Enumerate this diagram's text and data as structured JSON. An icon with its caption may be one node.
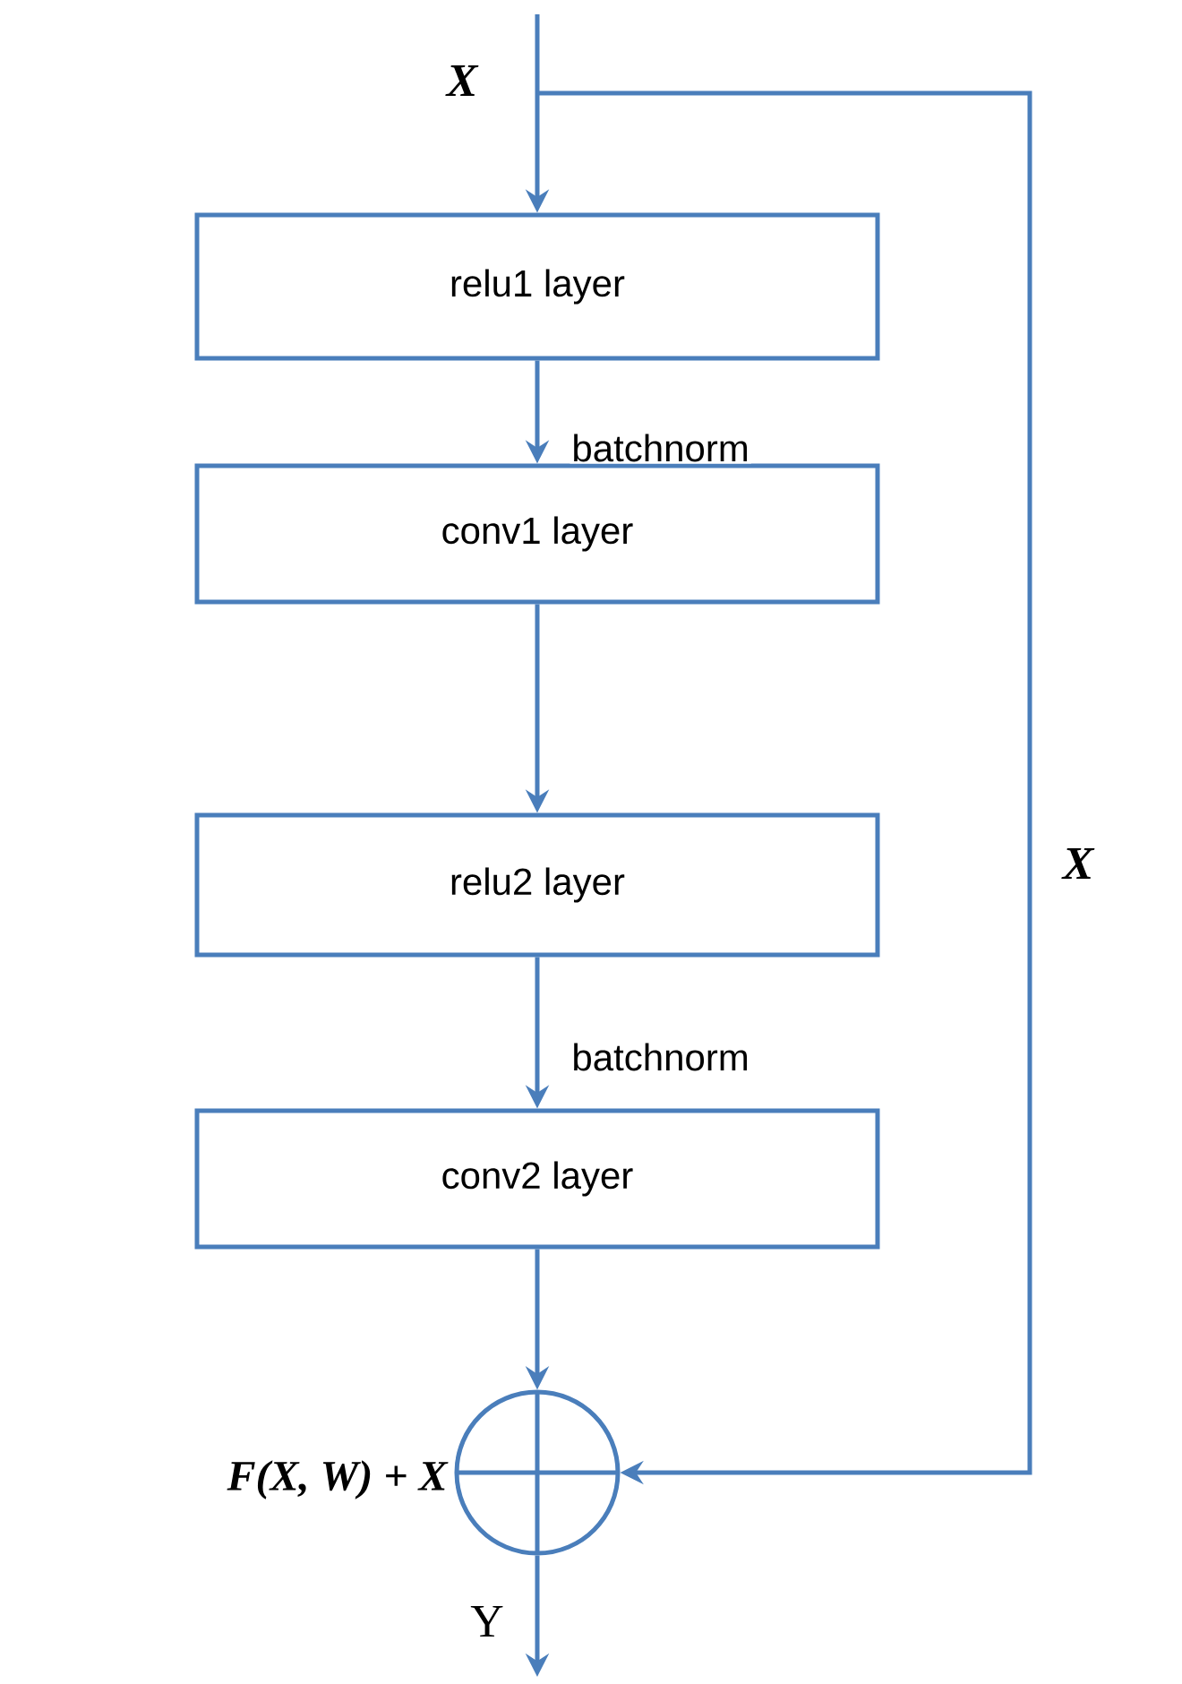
{
  "diagram": {
    "nodes": [
      {
        "text": [
          "relu1 layer"
        ]
      },
      {
        "text": [
          "conv1 layer"
        ]
      },
      {
        "text": [
          "relu2 layer"
        ]
      },
      {
        "text": [
          "conv2 layer"
        ]
      },
      {
        "text": [],
        "shape": "circle",
        "beside": [
          "F(X, W) + X"
        ]
      }
    ],
    "edges": [
      {
        "from": null,
        "to": 0,
        "arrow": "to",
        "label": "X"
      },
      {
        "from": 0,
        "to": 1,
        "arrow": "to",
        "label": "batchnorm"
      },
      {
        "from": 1,
        "to": 2,
        "arrow": "to"
      },
      {
        "from": 2,
        "to": 3,
        "arrow": "to",
        "label": "batchnorm"
      },
      {
        "from": 3,
        "to": 4,
        "arrow": "to"
      },
      {
        "from": null,
        "to": 4,
        "arrow": "to",
        "label": "X"
      },
      {
        "from": 4,
        "to": null,
        "arrow": "to",
        "label": "Y"
      }
    ]
  }
}
